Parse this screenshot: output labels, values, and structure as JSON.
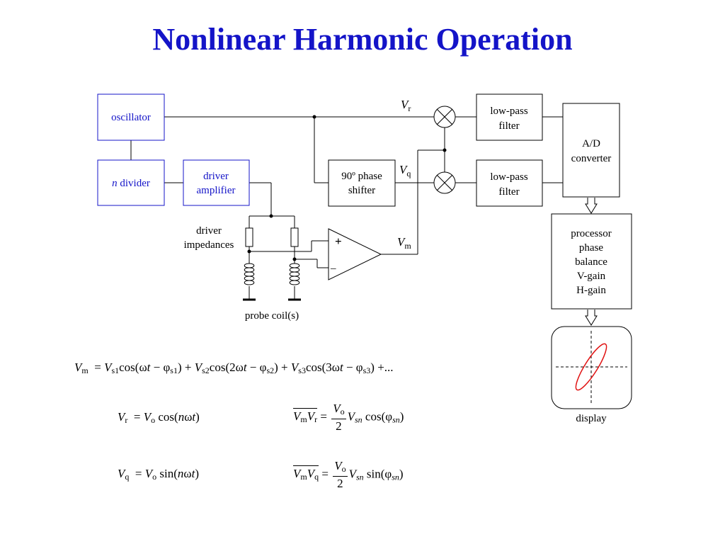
{
  "title": "Nonlinear Harmonic Operation",
  "blocks": {
    "oscillator": "oscillator",
    "n_divider_n": "n",
    "n_divider_rest": " divider",
    "driver_amplifier": [
      "driver",
      "amplifier"
    ],
    "phase_shifter": [
      "90º phase",
      "shifter"
    ],
    "low_pass_filter_top": [
      "low-pass",
      "filter"
    ],
    "low_pass_filter_bottom": [
      "low-pass",
      "filter"
    ],
    "ad_converter": [
      "A/D",
      "converter"
    ],
    "processor": [
      "processor",
      "phase",
      "balance",
      "V-gain",
      "H-gain"
    ]
  },
  "labels": {
    "driver_impedances": [
      "driver",
      "impedances"
    ],
    "probe_coils": "probe coil(s)",
    "display": "display",
    "plus": "+",
    "minus": "–",
    "vr": {
      "main": "V",
      "sub": "r"
    },
    "vq": {
      "main": "V",
      "sub": "q"
    },
    "vm": {
      "main": "V",
      "sub": "m"
    }
  },
  "colors": {
    "title": "#1414c8",
    "blue_box": "#1414c8",
    "lissajous": "#e01010"
  },
  "equations": {
    "vm_series": {
      "lhs": "m",
      "s1": "s1",
      "s2": "s2",
      "s3": "s3",
      "t1a": "cos(ω",
      "t1b": " − φ",
      "t1c": ")",
      "t2a": "cos(2ω",
      "t2b": " − φ",
      "t2c": ")",
      "t3a": "cos(3ω",
      "t3b": " − φ",
      "t3c": ")",
      "tail": "+..."
    },
    "vr_def": {
      "sub": "r",
      "sub_o": "o",
      "func": "cos(",
      "n": "n",
      "w": "ω",
      "t": "t",
      "close": ")"
    },
    "vq_def": {
      "sub": "q",
      "sub_o": "o",
      "func": "sin(",
      "n": "n",
      "w": "ω",
      "t": "t",
      "close": ")"
    },
    "vmvr": {
      "m": "m",
      "r": "r",
      "num_sub": "o",
      "den": "2",
      "sn": "sn",
      "func": "cos(φ",
      "close": ")"
    },
    "vmvq": {
      "m": "m",
      "q": "q",
      "num_sub": "o",
      "den": "2",
      "sn": "sn",
      "func": "sin(φ",
      "close": ")"
    }
  }
}
